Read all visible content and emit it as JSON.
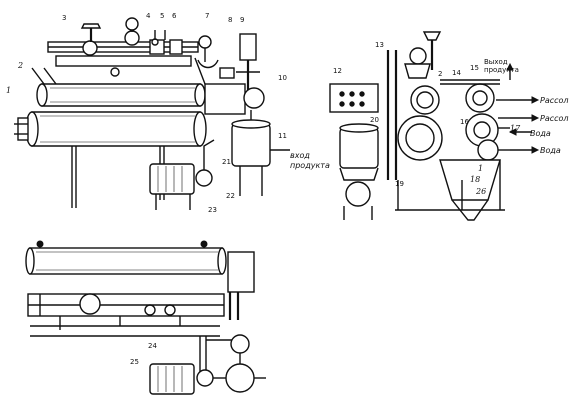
{
  "callouts": {
    "c1": "1",
    "c2": "2",
    "c3": "3",
    "c4": "4",
    "c5": "5",
    "c6": "6",
    "c7": "7",
    "c8": "8",
    "c9": "9",
    "c10": "10",
    "c11": "11",
    "c12": "12",
    "c13": "13",
    "c14": "14",
    "c15": "15",
    "c16": "16",
    "c17": "17",
    "c18": "18",
    "c19": "19",
    "c20": "20",
    "c21": "21",
    "c22": "22",
    "c23": "23",
    "c24": "24",
    "c25": "25",
    "c26": "26",
    "c1b": "1",
    "c2b": "2"
  },
  "flows": {
    "inlet_line1": "вход",
    "inlet_line2": "продукта",
    "outlet_line1": "Выход",
    "outlet_line2": "продукта",
    "brine_out_1": "Рассол",
    "brine_out_2": "Рассол",
    "water_out": "Вода",
    "water_in": "Вода"
  }
}
